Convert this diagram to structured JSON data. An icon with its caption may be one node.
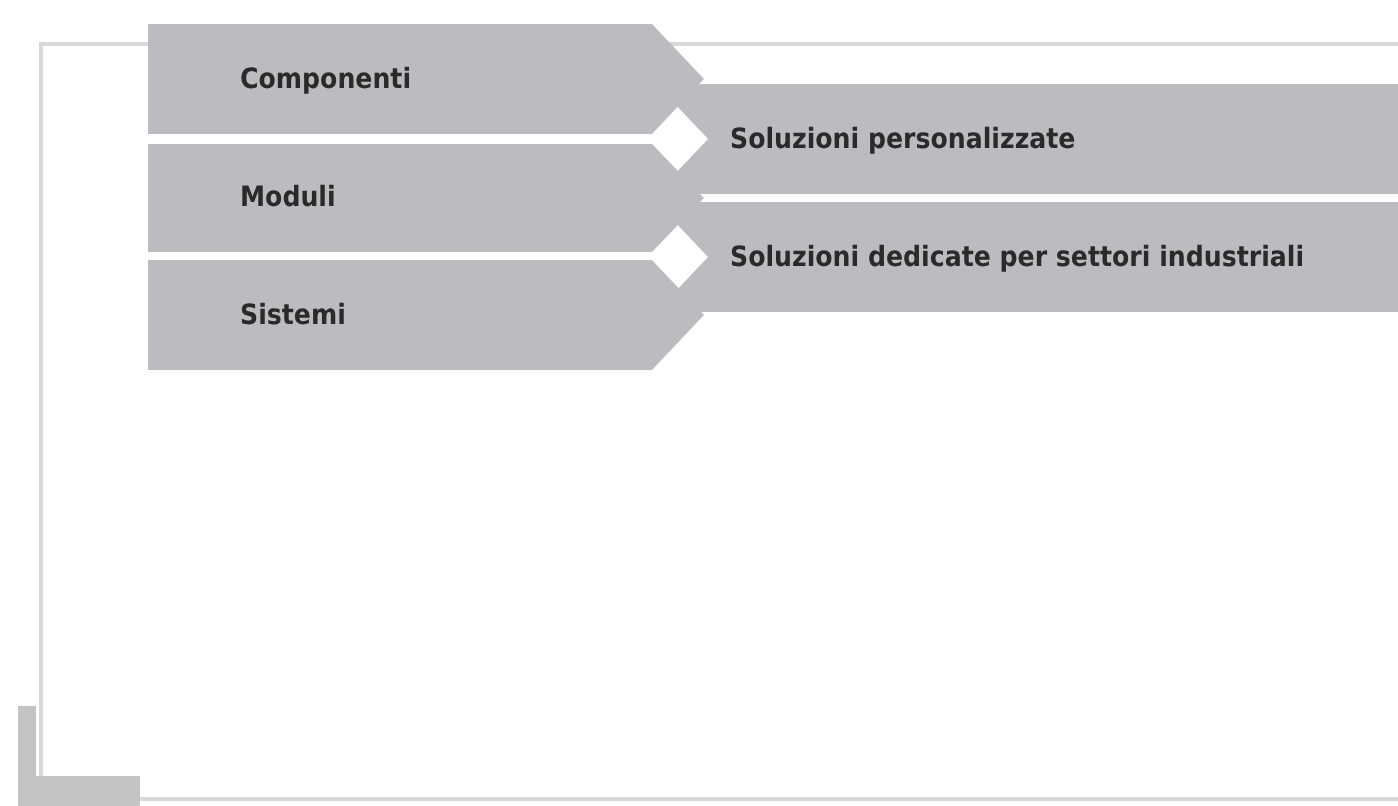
{
  "diagram": {
    "nodes": [
      {
        "text": [
          "Componenti"
        ]
      },
      {
        "text": [
          "Moduli"
        ]
      },
      {
        "text": [
          "Sistemi"
        ]
      },
      {
        "text": [
          "Soluzioni personalizzate"
        ]
      },
      {
        "text": [
          "Soluzioni dedicate per settori industriali"
        ]
      }
    ]
  }
}
